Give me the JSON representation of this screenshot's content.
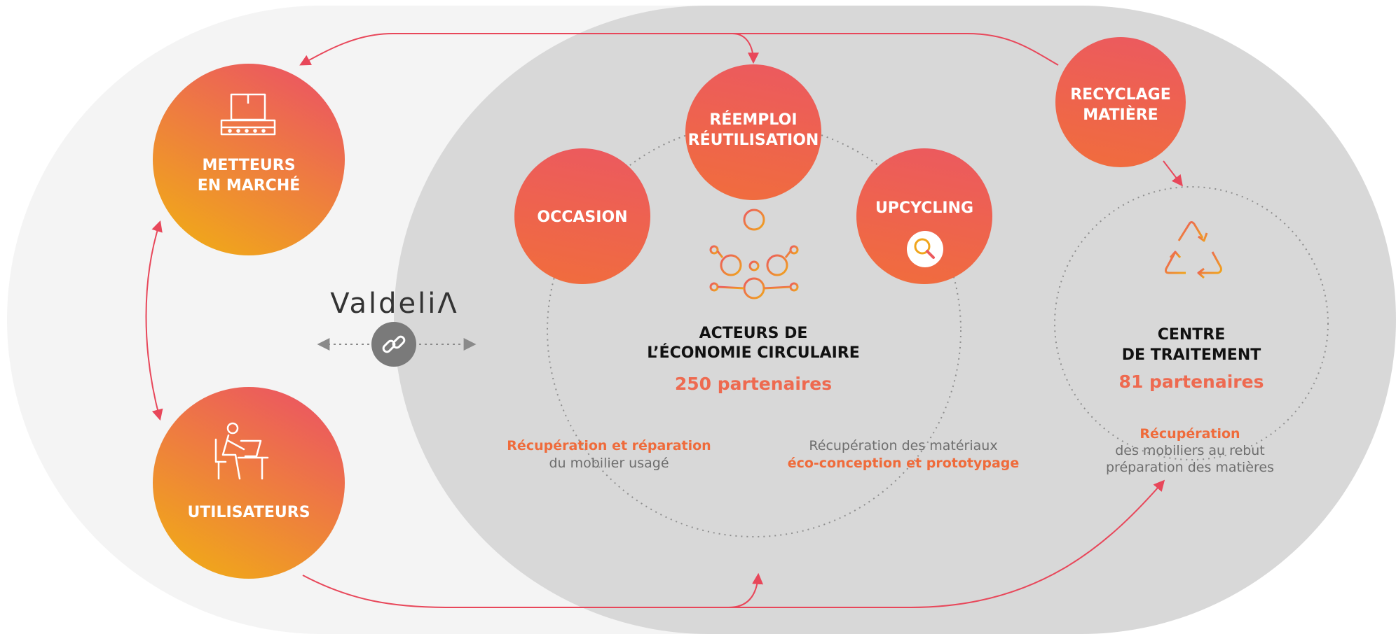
{
  "brand": {
    "name": "ValdeliΛ"
  },
  "nodes": {
    "metteurs": {
      "line1": "METTEURS",
      "line2": "EN MARCHÉ",
      "icon": "conveyor-box-icon"
    },
    "utilisateurs": {
      "line1": "UTILISATEURS",
      "icon": "person-at-desk-icon"
    },
    "reemploi": {
      "line1": "RÉEMPLOI",
      "line2": "RÉUTILISATION"
    },
    "occasion": {
      "line1": "OCCASION"
    },
    "upcycling": {
      "line1": "UPCYCLING",
      "icon": "magnifier-icon"
    },
    "recyclage": {
      "line1": "RECYCLAGE",
      "line2": "MATIÈRE"
    }
  },
  "economie": {
    "title_line1": "ACTEURS DE",
    "title_line2": "L’ÉCONOMIE CIRCULAIRE",
    "count": "250 partenaires",
    "icon": "network-people-icon",
    "left_accent": "Récupération et réparation",
    "left_gray": "du mobilier usagé",
    "right_gray": "Récupération des matériaux",
    "right_accent": "éco-conception et prototypage"
  },
  "centre": {
    "title_line1": "CENTRE",
    "title_line2": "DE TRAITEMENT",
    "count": "81 partenaires",
    "icon": "recycle-icon",
    "accent": "Récupération",
    "gray_line1": "des mobiliers au rebut",
    "gray_line2": "préparation des matières"
  },
  "colors": {
    "gradient_top": "#ec5a5e",
    "gradient_bottom": "#f0a51c",
    "arrow": "#e8475a",
    "accent_text": "#ef6b3b",
    "light_bg": "#f4f4f4",
    "dark_bg": "#d8d8d8",
    "link_badge": "#7a7a7a"
  }
}
